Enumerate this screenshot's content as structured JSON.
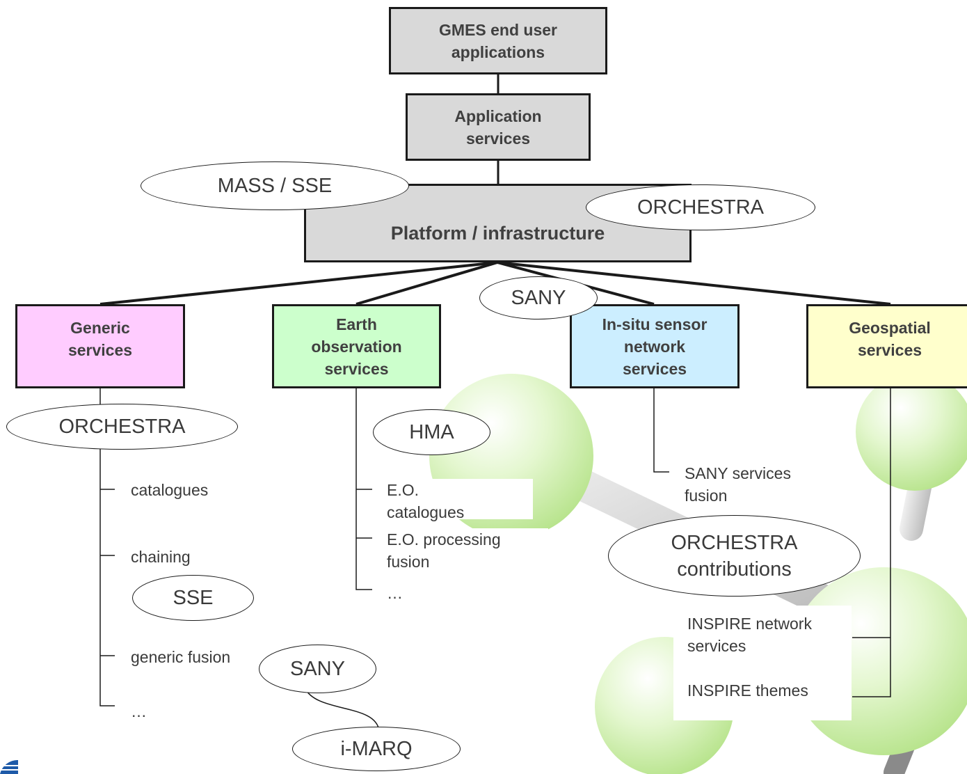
{
  "boxes": {
    "gmes": "GMES end user\napplications",
    "app_services": "Application\nservices",
    "platform": "Platform / infrastructure",
    "generic": "Generic\nservices",
    "earth_obs": "Earth\nobservation\nservices",
    "insitu": "In-situ sensor\nnetwork\nservices",
    "geospatial": "Geospatial\nservices"
  },
  "ellipses": {
    "mass_sse": "MASS / SSE",
    "orchestra_top": "ORCHESTRA",
    "sany_top": "SANY",
    "orchestra_generic": "ORCHESTRA",
    "hma": "HMA",
    "sse": "SSE",
    "sany_generic": "SANY",
    "imarq": "i-MARQ",
    "orchestra_contrib": "ORCHESTRA\ncontributions"
  },
  "items": {
    "generic": [
      "catalogues",
      "chaining",
      "generic fusion",
      "…"
    ],
    "earth_obs": [
      "E.O.\ncatalogues",
      "E.O. processing\nfusion",
      "…"
    ],
    "insitu": [
      "SANY services\nfusion"
    ],
    "geospatial": [
      "INSPIRE network\nservices",
      "INSPIRE themes"
    ]
  },
  "colors": {
    "gray_box": "#d9d9d9",
    "generic": "#ffccff",
    "earth_obs": "#ccffcc",
    "insitu": "#cceeff",
    "geospatial": "#ffffcc",
    "sphere": "#c8ee9c"
  }
}
